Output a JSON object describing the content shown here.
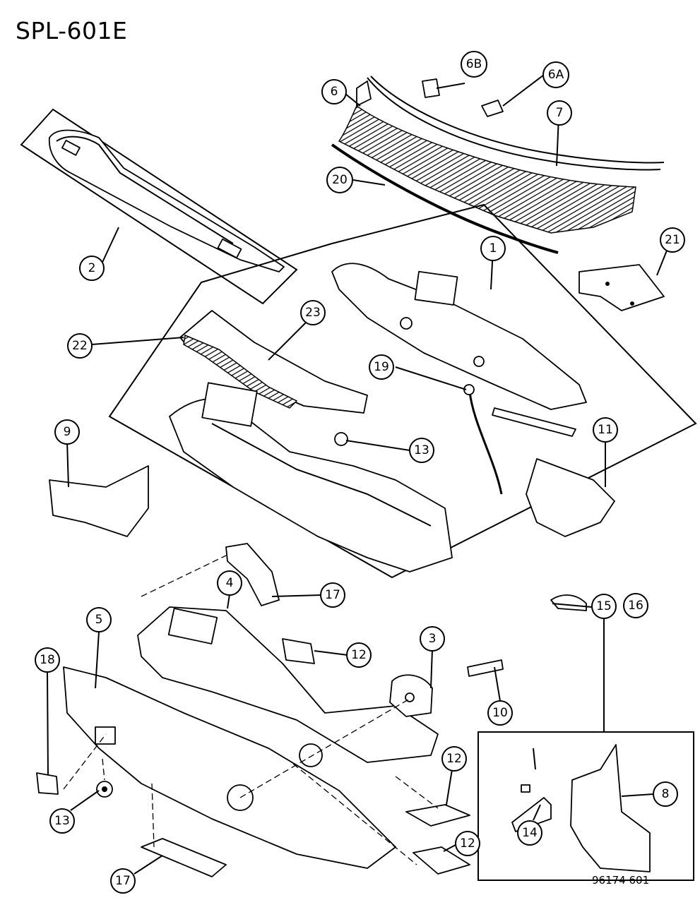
{
  "diagram": {
    "title": "SPL-601E",
    "figure_code": "96174  601"
  },
  "callouts": [
    {
      "id": "c1",
      "label": "1"
    },
    {
      "id": "c2",
      "label": "2"
    },
    {
      "id": "c3",
      "label": "3"
    },
    {
      "id": "c4",
      "label": "4"
    },
    {
      "id": "c5",
      "label": "5"
    },
    {
      "id": "c6",
      "label": "6"
    },
    {
      "id": "c6a",
      "label": "6A"
    },
    {
      "id": "c6b",
      "label": "6B"
    },
    {
      "id": "c7",
      "label": "7"
    },
    {
      "id": "c8",
      "label": "8"
    },
    {
      "id": "c9",
      "label": "9"
    },
    {
      "id": "c10",
      "label": "10"
    },
    {
      "id": "c11",
      "label": "11"
    },
    {
      "id": "c12a",
      "label": "12"
    },
    {
      "id": "c12b",
      "label": "12"
    },
    {
      "id": "c12c",
      "label": "12"
    },
    {
      "id": "c13a",
      "label": "13"
    },
    {
      "id": "c13b",
      "label": "13"
    },
    {
      "id": "c14",
      "label": "14"
    },
    {
      "id": "c15",
      "label": "15"
    },
    {
      "id": "c16",
      "label": "16"
    },
    {
      "id": "c17a",
      "label": "17"
    },
    {
      "id": "c17b",
      "label": "17"
    },
    {
      "id": "c18",
      "label": "18"
    },
    {
      "id": "c19",
      "label": "19"
    },
    {
      "id": "c20",
      "label": "20"
    },
    {
      "id": "c21",
      "label": "21"
    },
    {
      "id": "c22",
      "label": "22"
    },
    {
      "id": "c23",
      "label": "23"
    }
  ]
}
